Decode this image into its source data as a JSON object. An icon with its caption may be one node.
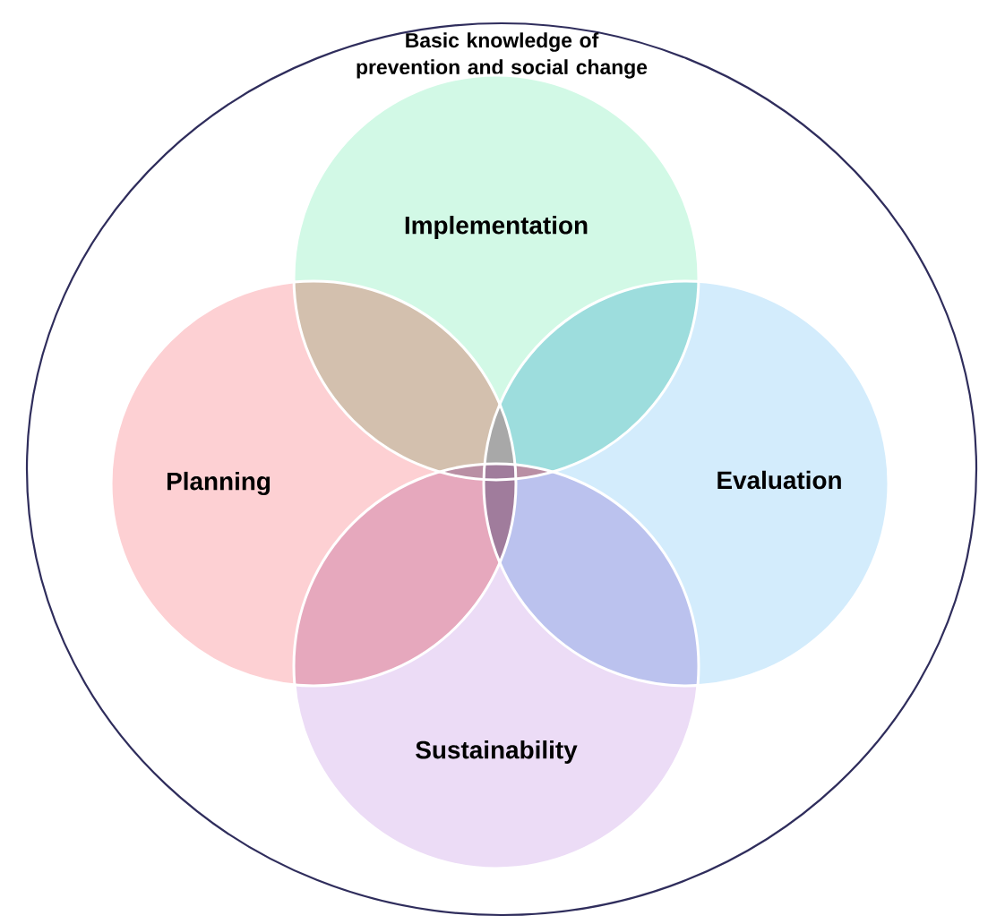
{
  "diagram": {
    "nodes": [
      {
        "text": [
          "Basic knowledge of prevention and social change"
        ]
      },
      {
        "text": [
          "Implementation"
        ],
        "in": 0
      },
      {
        "text": [
          "Planning"
        ],
        "in": 0
      },
      {
        "text": [
          "Evaluation"
        ],
        "in": 0
      },
      {
        "text": [
          "Sustainability"
        ],
        "in": 0
      }
    ]
  }
}
